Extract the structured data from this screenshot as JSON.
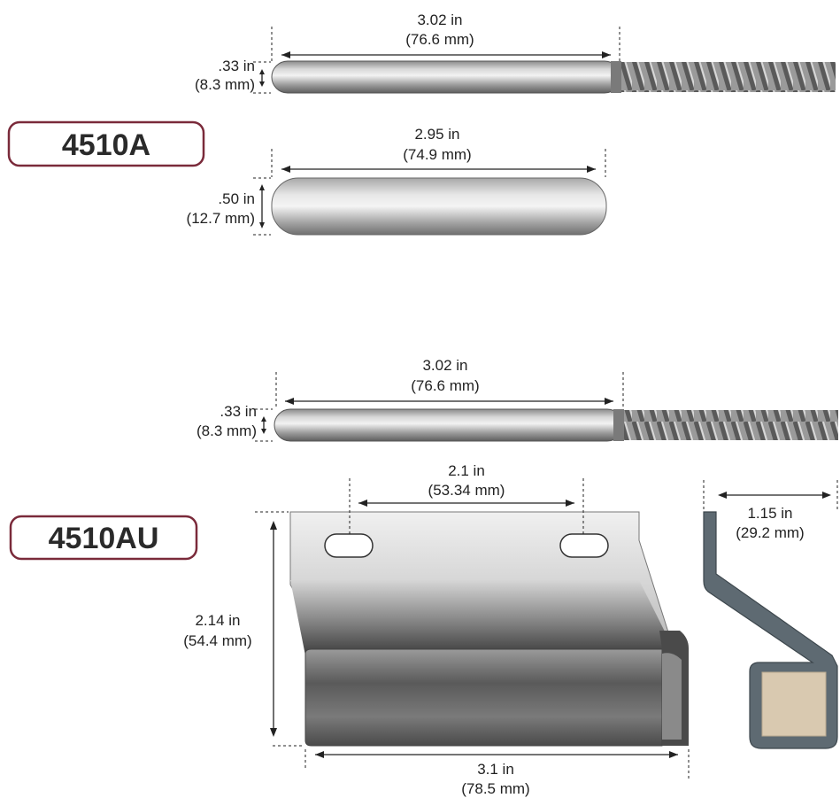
{
  "models": [
    {
      "name": "4510A",
      "border_color": "#7a2a3a"
    },
    {
      "name": "4510AU",
      "border_color": "#7a2a3a"
    }
  ],
  "switch_a": {
    "length_in": "3.02 in",
    "length_mm": "(76.6 mm)",
    "dia_in": ".33 in",
    "dia_mm": "(8.3 mm)"
  },
  "magnet_a": {
    "length_in": "2.95 in",
    "length_mm": "(74.9 mm)",
    "dia_in": ".50 in",
    "dia_mm": "(12.7 mm)"
  },
  "switch_au": {
    "length_in": "3.02 in",
    "length_mm": "(76.6 mm)",
    "dia_in": ".33 in",
    "dia_mm": "(8.3 mm)"
  },
  "bracket": {
    "hole_spacing_in": "2.1 in",
    "hole_spacing_mm": "(53.34 mm)",
    "height_in": "2.14 in",
    "height_mm": "(54.4 mm)",
    "width_in": "3.1 in",
    "width_mm": "(78.5 mm)",
    "depth_in": "1.15 in",
    "depth_mm": "(29.2 mm)"
  },
  "colors": {
    "metal_dark": "#5a5a5a",
    "metal_light": "#e6e6e6",
    "insert": "#d9c9b0"
  }
}
